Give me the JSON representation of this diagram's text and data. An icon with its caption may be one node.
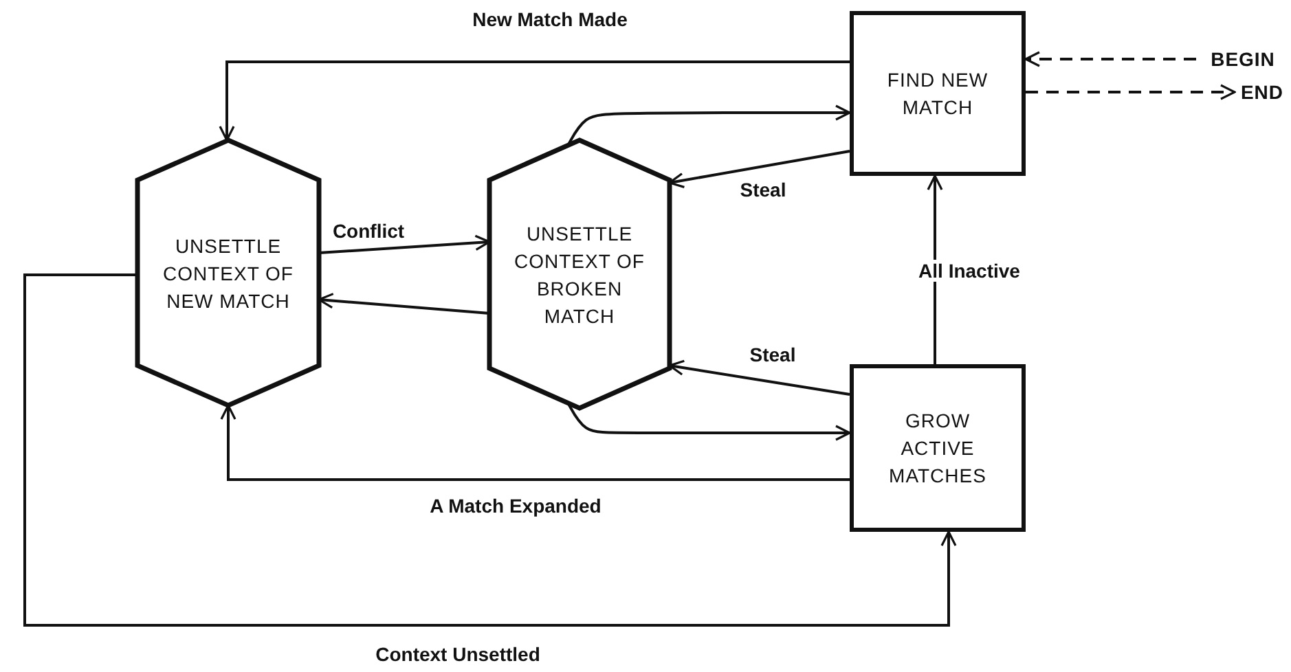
{
  "diagram": {
    "nodes": [
      {
        "text": [
          "FIND NEW MATCH"
        ]
      },
      {
        "text": [
          "UNSETTLE CONTEXT OF NEW MATCH"
        ]
      },
      {
        "text": [
          "UNSETTLE CONTEXT OF BROKEN MATCH"
        ]
      },
      {
        "text": [
          "GROW ACTIVE MATCHES"
        ]
      },
      {
        "text": [
          "BEGIN"
        ]
      },
      {
        "text": [
          "END"
        ]
      }
    ],
    "edges": [
      {
        "from": 0,
        "to": 1,
        "arrow": "to",
        "label": "New Match Made"
      },
      {
        "from": 4,
        "to": 0,
        "arrow": "to",
        "style": "dashed"
      },
      {
        "from": 0,
        "to": 5,
        "arrow": "to",
        "style": "dashed"
      },
      {
        "from": 1,
        "to": 2,
        "arrow": "to",
        "label": "Conflict"
      },
      {
        "from": 2,
        "to": 1,
        "arrow": "to"
      },
      {
        "from": 2,
        "to": 0,
        "arrow": "to"
      },
      {
        "from": 0,
        "to": 2,
        "arrow": "to",
        "label": "Steal"
      },
      {
        "from": 3,
        "to": 2,
        "arrow": "to",
        "label": "Steal"
      },
      {
        "from": 2,
        "to": 3,
        "arrow": "to"
      },
      {
        "from": 3,
        "to": 0,
        "arrow": "to",
        "label": "All Inactive"
      },
      {
        "from": 3,
        "to": 1,
        "arrow": "to",
        "label": "A Match Expanded"
      },
      {
        "from": 1,
        "to": 3,
        "arrow": "to",
        "label": "Context Unsettled"
      }
    ]
  }
}
